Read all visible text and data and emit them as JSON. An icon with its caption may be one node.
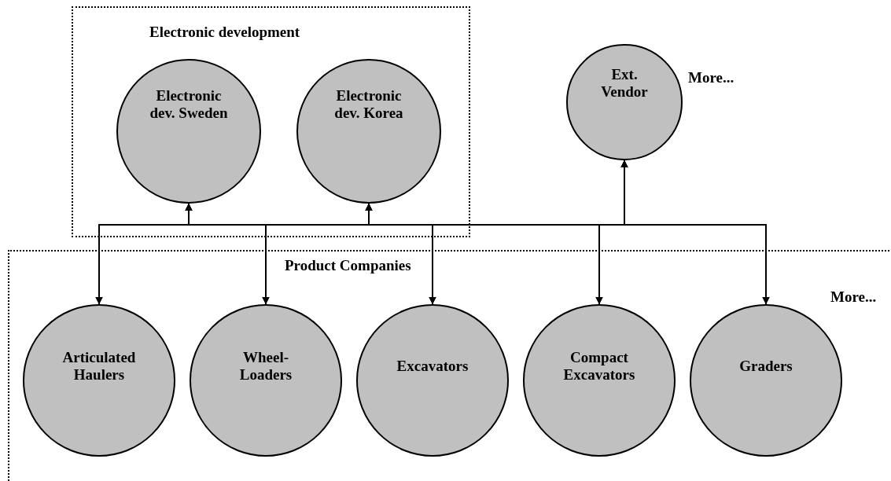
{
  "diagram": {
    "nodes": [
      {
        "text": [
          "Electronic development"
        ]
      },
      {
        "text": [
          "Electronic dev. Sweden"
        ],
        "in": 0
      },
      {
        "text": [
          "Electronic dev. Korea"
        ],
        "in": 0
      },
      {
        "text": [
          "Ext. Vendor"
        ]
      },
      {
        "text": [
          "Product Companies"
        ]
      },
      {
        "text": [
          "Articulated Haulers"
        ],
        "in": 4
      },
      {
        "text": [
          "Wheel-Loaders"
        ],
        "in": 4
      },
      {
        "text": [
          "Excavators"
        ],
        "in": 4
      },
      {
        "text": [
          "Compact Excavators"
        ],
        "in": 4
      },
      {
        "text": [
          "Graders"
        ],
        "in": 4
      }
    ],
    "edges": [
      {
        "from": 1,
        "to": 5,
        "arrow": "both"
      },
      {
        "from": 1,
        "to": 6,
        "arrow": "both"
      },
      {
        "from": 1,
        "to": 7,
        "arrow": "both"
      },
      {
        "from": 1,
        "to": 8,
        "arrow": "both"
      },
      {
        "from": 1,
        "to": 9,
        "arrow": "both"
      },
      {
        "from": 2,
        "to": 5,
        "arrow": "both"
      },
      {
        "from": 2,
        "to": 6,
        "arrow": "both"
      },
      {
        "from": 2,
        "to": 7,
        "arrow": "both"
      },
      {
        "from": 2,
        "to": 8,
        "arrow": "both"
      },
      {
        "from": 2,
        "to": 9,
        "arrow": "both"
      },
      {
        "from": 3,
        "to": 5,
        "arrow": "both"
      },
      {
        "from": 3,
        "to": 6,
        "arrow": "both"
      },
      {
        "from": 3,
        "to": 7,
        "arrow": "both"
      },
      {
        "from": 3,
        "to": 8,
        "arrow": "both"
      },
      {
        "from": 3,
        "to": 9,
        "arrow": "both"
      }
    ],
    "labels": [
      "More...",
      "More..."
    ]
  }
}
